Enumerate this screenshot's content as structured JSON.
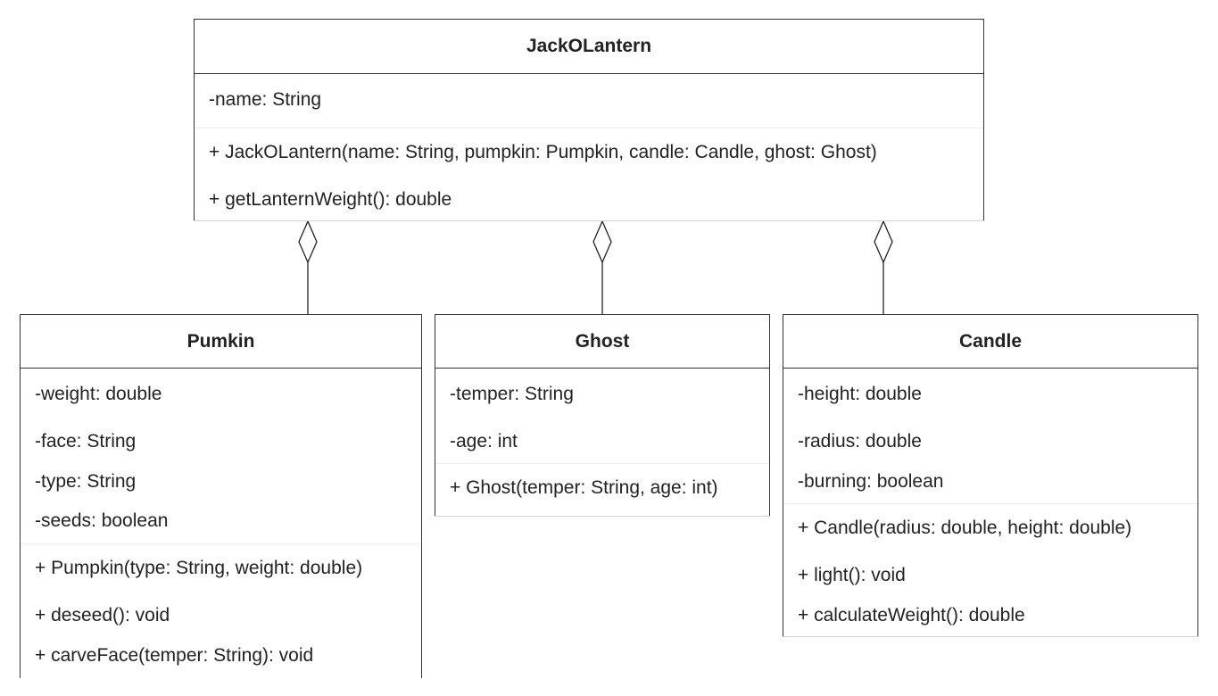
{
  "classes": {
    "jackolantern": {
      "name": "JackOLantern",
      "attributes": [
        "-name: String"
      ],
      "methods": [
        "+ JackOLantern(name: String, pumpkin: Pumpkin, candle: Candle, ghost: Ghost)",
        "+ getLanternWeight(): double"
      ]
    },
    "pumkin": {
      "name": "Pumkin",
      "attributes": [
        "-weight: double",
        "-face: String",
        "-type: String",
        "-seeds: boolean"
      ],
      "methods": [
        "+ Pumpkin(type: String, weight: double)",
        "+ deseed(): void",
        "+ carveFace(temper: String): void"
      ]
    },
    "ghost": {
      "name": "Ghost",
      "attributes": [
        "-temper: String",
        "-age: int"
      ],
      "methods": [
        "+ Ghost(temper: String, age: int)"
      ]
    },
    "candle": {
      "name": "Candle",
      "attributes": [
        "-height: double",
        "-radius: double",
        "-burning: boolean"
      ],
      "methods": [
        "+ Candle(radius: double, height: double)",
        "+ light(): void",
        "+ calculateWeight(): double"
      ]
    }
  },
  "relationships": [
    {
      "type": "aggregation",
      "whole": "JackOLantern",
      "part": "Pumkin"
    },
    {
      "type": "aggregation",
      "whole": "JackOLantern",
      "part": "Ghost"
    },
    {
      "type": "aggregation",
      "whole": "JackOLantern",
      "part": "Candle"
    }
  ]
}
